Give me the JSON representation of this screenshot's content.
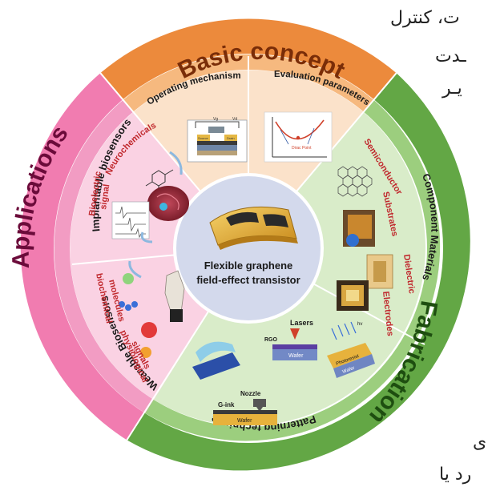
{
  "background_text": {
    "line1": "ت، کنترل",
    "line2": "ـدت",
    "line3": "یـر",
    "line4": "ی",
    "line5": "رد یا"
  },
  "center": {
    "title_line1": "Flexible graphene",
    "title_line2": "field-effect transistor"
  },
  "sections": {
    "top": "Basic concept",
    "left": "Applications",
    "right": "Fabrication"
  },
  "subsections": {
    "operating": "Operating mechanism",
    "evaluation": "Evaluation parameters",
    "component": "Component Materials",
    "patterning": "Patterning technique",
    "wearable": "Wearable Biosensors",
    "implantable": "Implantable biosensors"
  },
  "labels": {
    "neurochemicals": "Neurochemicals",
    "bioelectric1": "Bioelectric",
    "bioelectric2": "signal",
    "biochemical1": "biochemical",
    "biochemical2": "molecules",
    "physio1": "physiological",
    "physio2": "signals",
    "semiconductor": "Semiconductor",
    "substrates": "Substrates",
    "dielectric": "Dielectric",
    "electrodes": "Electrodes",
    "rgo": "RGO",
    "lasers": "Lasers",
    "wafer1": "Wafer",
    "wafer2": "Wafer",
    "wafer3": "Wafer",
    "photoresist": "Photoresist",
    "uv": "hv",
    "gink": "G-ink",
    "nozzle": "Nozzle",
    "vg": "Vg",
    "vd": "Vd",
    "source": "Source",
    "drain": "Drain",
    "dirac": "Dirac Point"
  },
  "colors": {
    "basic": "#ec8a3c",
    "basic_light": "#f6cda8",
    "fabrication": "#63a745",
    "fabrication_light": "#c9e4b8",
    "applications": "#f17cb0",
    "applications_light": "#f9c5da",
    "center": "#d3d9ec",
    "red_label": "#c0282d"
  }
}
